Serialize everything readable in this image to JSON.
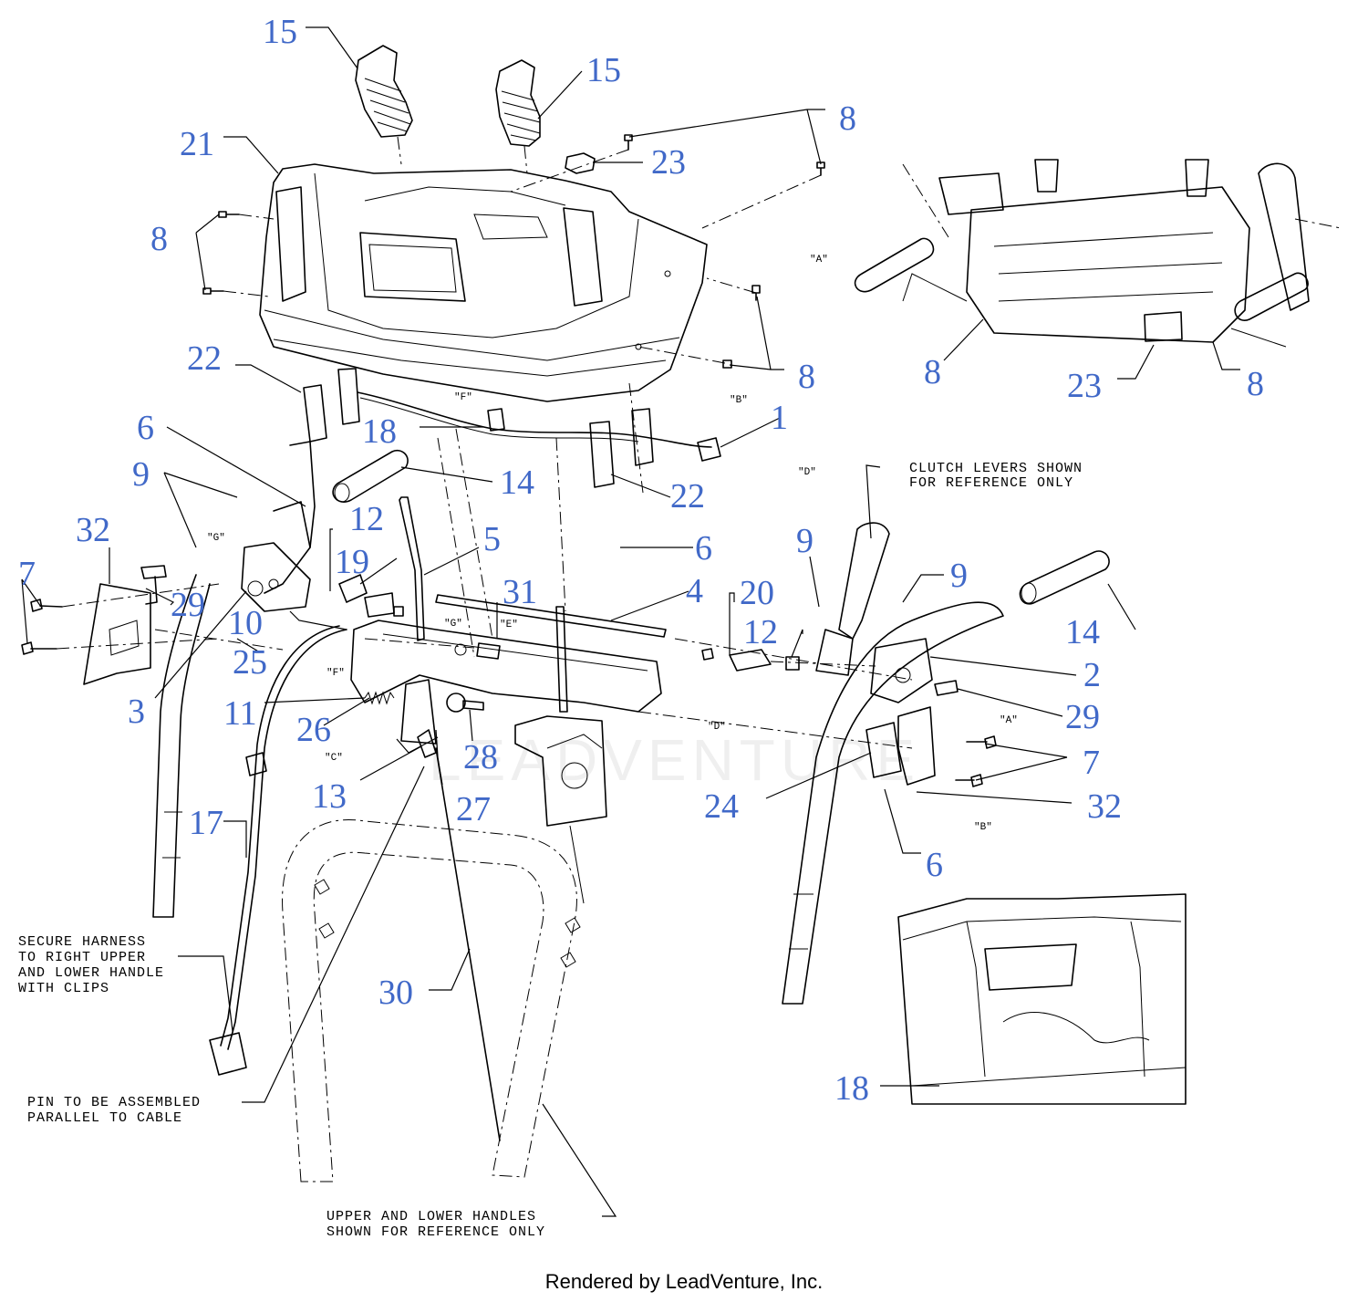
{
  "colors": {
    "callout": "#4169C8",
    "line": "#000000",
    "background": "#ffffff"
  },
  "callouts": [
    {
      "id": "c15a",
      "text": "15"
    },
    {
      "id": "c15b",
      "text": "15"
    },
    {
      "id": "c8a",
      "text": "8"
    },
    {
      "id": "c23a",
      "text": "23"
    },
    {
      "id": "c21",
      "text": "21"
    },
    {
      "id": "c8b",
      "text": "8"
    },
    {
      "id": "c8c",
      "text": "8"
    },
    {
      "id": "c22a",
      "text": "22"
    },
    {
      "id": "c6a",
      "text": "6"
    },
    {
      "id": "c18a",
      "text": "18"
    },
    {
      "id": "c1",
      "text": "1"
    },
    {
      "id": "c9a",
      "text": "9"
    },
    {
      "id": "c14a",
      "text": "14"
    },
    {
      "id": "c22b",
      "text": "22"
    },
    {
      "id": "c12a",
      "text": "12"
    },
    {
      "id": "c5",
      "text": "5"
    },
    {
      "id": "c32a",
      "text": "32"
    },
    {
      "id": "c19",
      "text": "19"
    },
    {
      "id": "c7a",
      "text": "7"
    },
    {
      "id": "c31",
      "text": "31"
    },
    {
      "id": "c4",
      "text": "4"
    },
    {
      "id": "c6b",
      "text": "6"
    },
    {
      "id": "c9b",
      "text": "9"
    },
    {
      "id": "c9c",
      "text": "9"
    },
    {
      "id": "c20",
      "text": "20"
    },
    {
      "id": "c12b",
      "text": "12"
    },
    {
      "id": "c29a",
      "text": "29"
    },
    {
      "id": "c10",
      "text": "10"
    },
    {
      "id": "c25",
      "text": "25"
    },
    {
      "id": "c14b",
      "text": "14"
    },
    {
      "id": "c2",
      "text": "2"
    },
    {
      "id": "c3",
      "text": "3"
    },
    {
      "id": "c11",
      "text": "11"
    },
    {
      "id": "c26",
      "text": "26"
    },
    {
      "id": "c29b",
      "text": "29"
    },
    {
      "id": "c28",
      "text": "28"
    },
    {
      "id": "c7b",
      "text": "7"
    },
    {
      "id": "c13",
      "text": "13"
    },
    {
      "id": "c27",
      "text": "27"
    },
    {
      "id": "c24",
      "text": "24"
    },
    {
      "id": "c32b",
      "text": "32"
    },
    {
      "id": "c17",
      "text": "17"
    },
    {
      "id": "c6c",
      "text": "6"
    },
    {
      "id": "c30",
      "text": "30"
    },
    {
      "id": "c8d",
      "text": "8"
    },
    {
      "id": "c23b",
      "text": "23"
    },
    {
      "id": "c8e",
      "text": "8"
    },
    {
      "id": "c18b",
      "text": "18"
    }
  ],
  "refs": [
    {
      "id": "rA1",
      "text": "\"A\""
    },
    {
      "id": "rB1",
      "text": "\"B\""
    },
    {
      "id": "rF1",
      "text": "\"F\""
    },
    {
      "id": "rD1",
      "text": "\"D\""
    },
    {
      "id": "rG1",
      "text": "\"G\""
    },
    {
      "id": "rG2",
      "text": "\"G\""
    },
    {
      "id": "rE",
      "text": "\"E\""
    },
    {
      "id": "rF2",
      "text": "\"F\""
    },
    {
      "id": "rC",
      "text": "\"C\""
    },
    {
      "id": "rD2",
      "text": "\"D\""
    },
    {
      "id": "rA2",
      "text": "\"A\""
    },
    {
      "id": "rB2",
      "text": "\"B\""
    }
  ],
  "notes": {
    "clutch": [
      "CLUTCH LEVERS SHOWN",
      "FOR REFERENCE ONLY"
    ],
    "harness": [
      "SECURE HARNESS",
      "TO RIGHT UPPER",
      "AND LOWER HANDLE",
      "WITH CLIPS"
    ],
    "pin": [
      "PIN TO BE ASSEMBLED",
      "PARALLEL TO CABLE"
    ],
    "handles": [
      "UPPER AND LOWER HANDLES",
      "SHOWN FOR REFERENCE ONLY"
    ]
  },
  "watermark": "LEADVENTURE",
  "footer": "Rendered by LeadVenture, Inc."
}
